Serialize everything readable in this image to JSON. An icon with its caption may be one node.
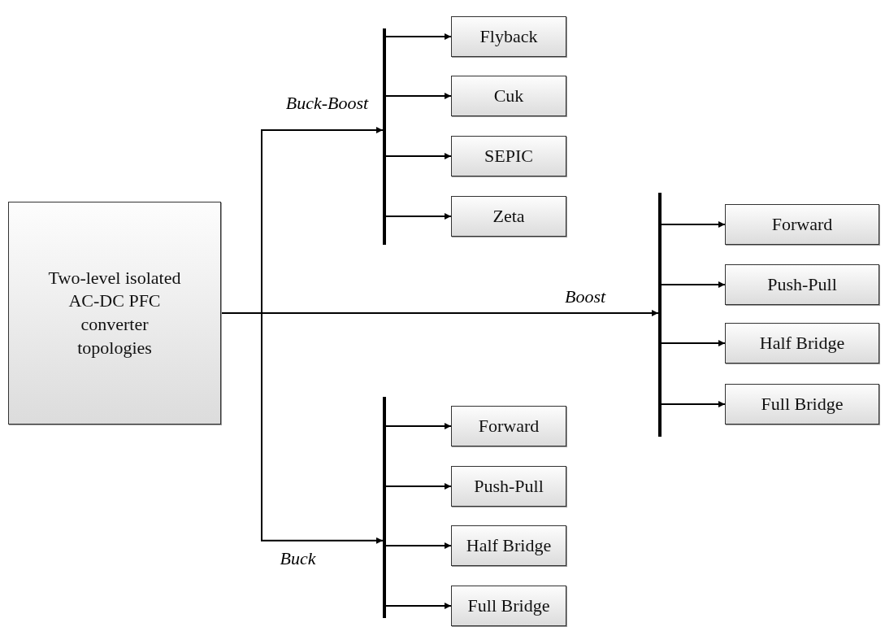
{
  "diagram": {
    "nodes": [
      {
        "text": [
          "Two-level isolated AC-DC PFC converter topologies"
        ]
      },
      {
        "text": [],
        "shape": "bar"
      },
      {
        "text": [
          "Flyback"
        ]
      },
      {
        "text": [
          "Cuk"
        ]
      },
      {
        "text": [
          "SEPIC"
        ]
      },
      {
        "text": [
          "Zeta"
        ]
      },
      {
        "text": [],
        "shape": "bar"
      },
      {
        "text": [
          "Forward"
        ]
      },
      {
        "text": [
          "Push-Pull"
        ]
      },
      {
        "text": [
          "Half Bridge"
        ]
      },
      {
        "text": [
          "Full Bridge"
        ]
      },
      {
        "text": [],
        "shape": "bar"
      },
      {
        "text": [
          "Forward"
        ]
      },
      {
        "text": [
          "Push-Pull"
        ]
      },
      {
        "text": [
          "Half Bridge"
        ]
      },
      {
        "text": [
          "Full Bridge"
        ]
      }
    ],
    "edges": [
      {
        "from": 0,
        "to": 1,
        "arrow": "to",
        "label": "Buck-Boost"
      },
      {
        "from": 0,
        "to": 6,
        "arrow": "to",
        "label": "Boost"
      },
      {
        "from": 0,
        "to": 11,
        "arrow": "to",
        "label": "Buck"
      },
      {
        "from": 1,
        "to": 2,
        "arrow": "to"
      },
      {
        "from": 1,
        "to": 3,
        "arrow": "to"
      },
      {
        "from": 1,
        "to": 4,
        "arrow": "to"
      },
      {
        "from": 1,
        "to": 5,
        "arrow": "to"
      },
      {
        "from": 6,
        "to": 7,
        "arrow": "to"
      },
      {
        "from": 6,
        "to": 8,
        "arrow": "to"
      },
      {
        "from": 6,
        "to": 9,
        "arrow": "to"
      },
      {
        "from": 6,
        "to": 10,
        "arrow": "to"
      },
      {
        "from": 11,
        "to": 12,
        "arrow": "to"
      },
      {
        "from": 11,
        "to": 13,
        "arrow": "to"
      },
      {
        "from": 11,
        "to": 14,
        "arrow": "to"
      },
      {
        "from": 11,
        "to": 15,
        "arrow": "to"
      }
    ]
  }
}
